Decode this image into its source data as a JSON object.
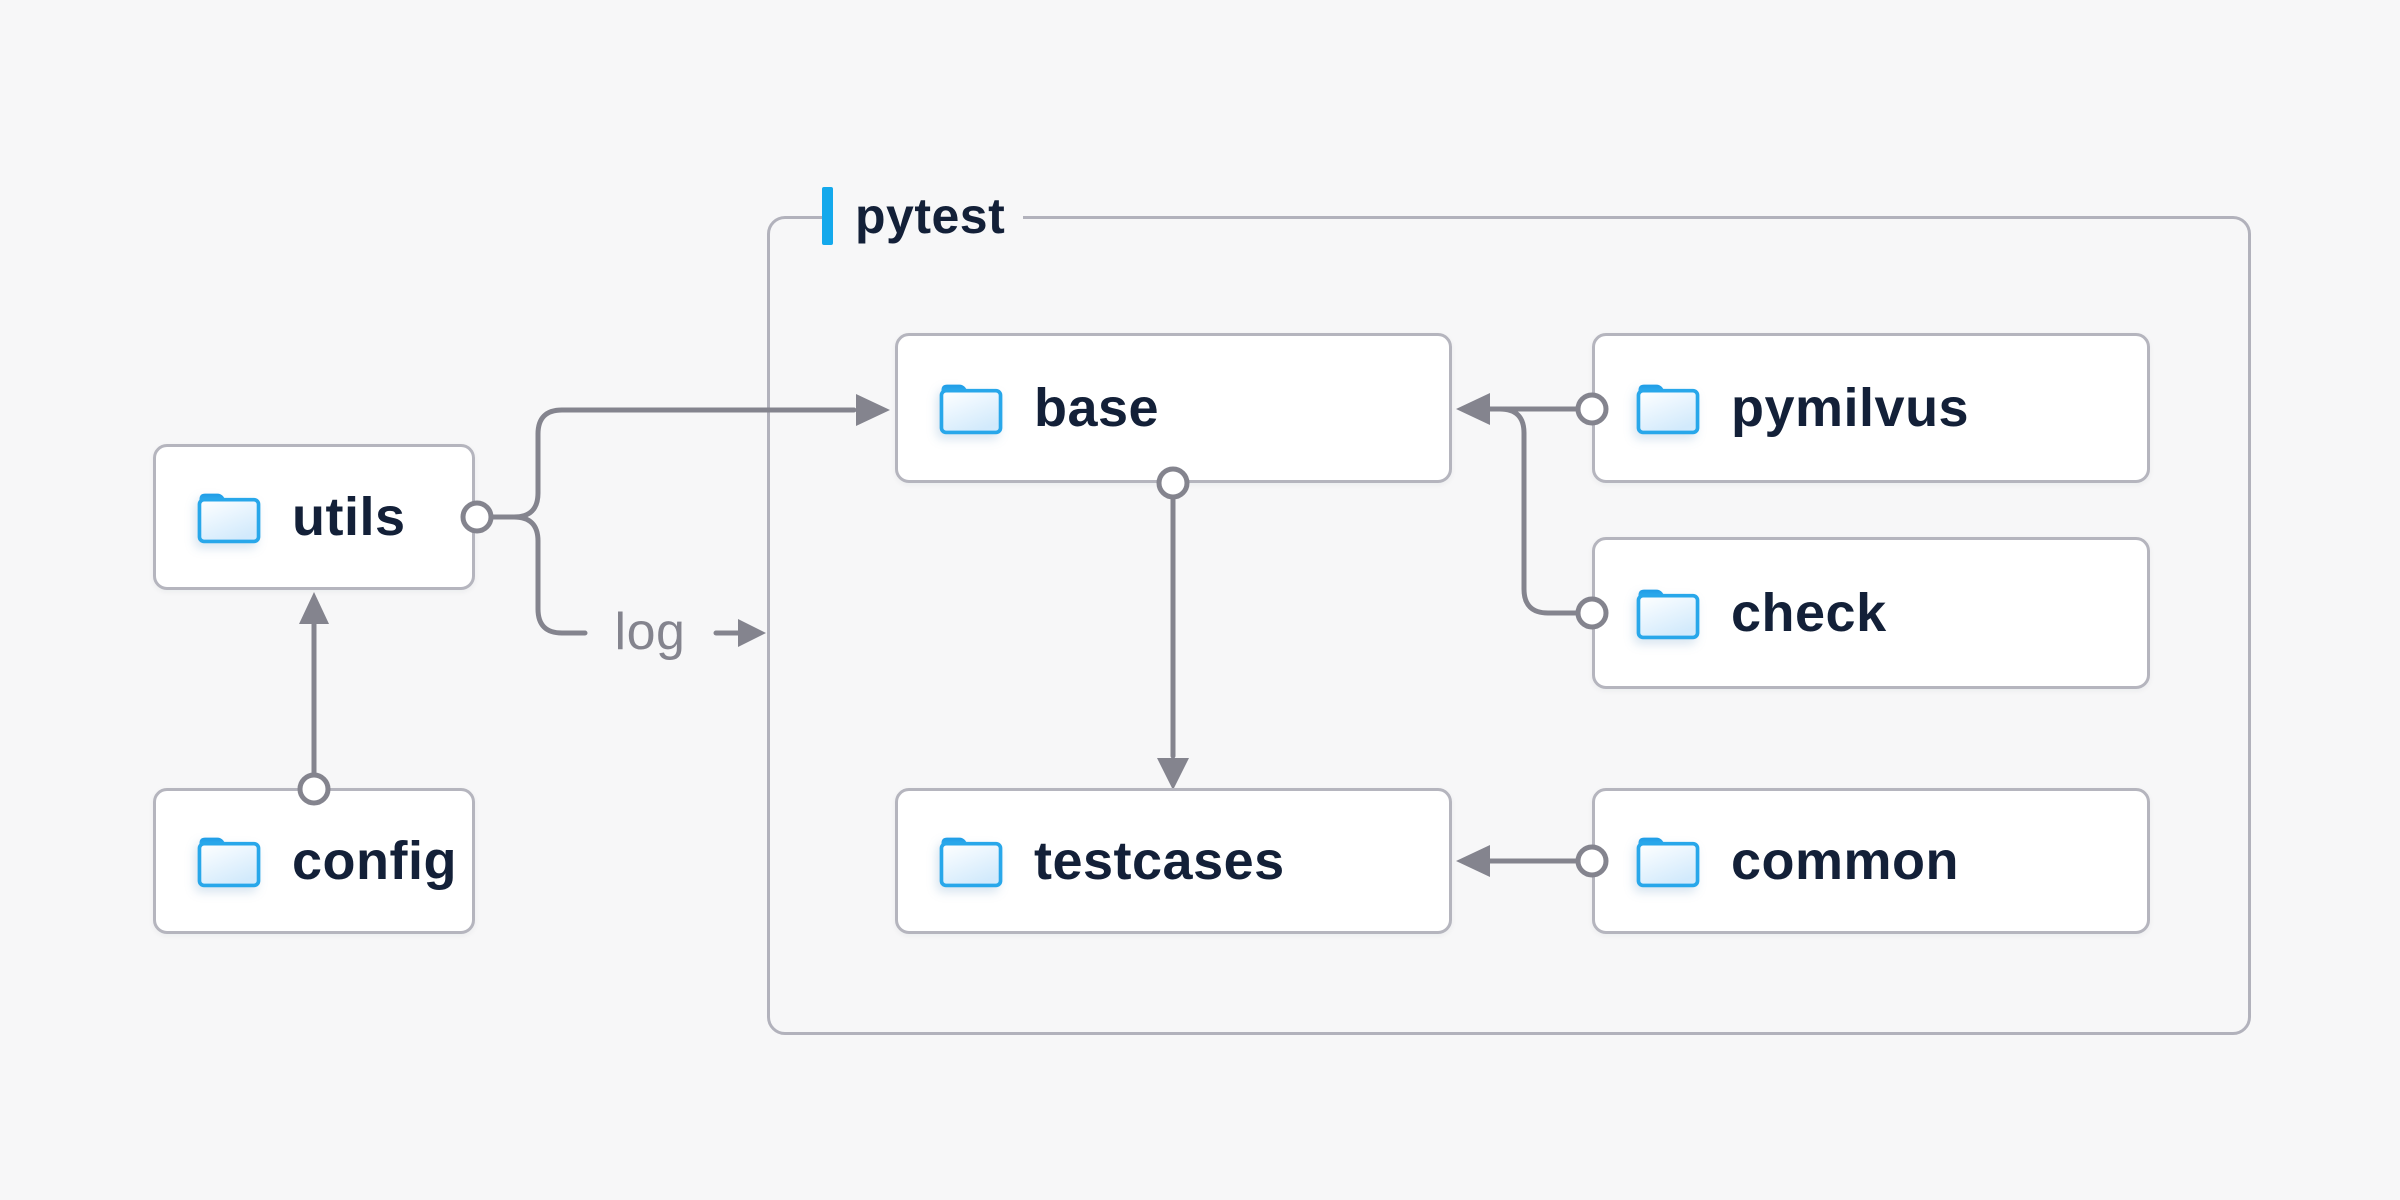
{
  "diagram": {
    "container": {
      "label": "pytest"
    },
    "nodes": [
      {
        "id": "utils",
        "label": "utils"
      },
      {
        "id": "config",
        "label": "config"
      },
      {
        "id": "base",
        "label": "base"
      },
      {
        "id": "pymilvus",
        "label": "pymilvus"
      },
      {
        "id": "check",
        "label": "check"
      },
      {
        "id": "testcases",
        "label": "testcases"
      },
      {
        "id": "common",
        "label": "common"
      }
    ],
    "edge_labels": {
      "log": "log"
    },
    "edges": [
      {
        "from": "config",
        "to": "utils"
      },
      {
        "from": "utils",
        "to": "base"
      },
      {
        "from": "utils",
        "to": "log",
        "label": "log"
      },
      {
        "from": "pymilvus",
        "to": "base"
      },
      {
        "from": "check",
        "to": "base"
      },
      {
        "from": "base",
        "to": "testcases"
      },
      {
        "from": "common",
        "to": "testcases"
      }
    ],
    "icons": {
      "node_icon": "folder-icon"
    },
    "colors": {
      "background": "#f7f7f8",
      "accent_blue": "#14a9ec",
      "folder_blue": "#28a7ea",
      "line_gray": "#84848e",
      "text_navy": "#132038",
      "box_border": "#b5b5be"
    }
  }
}
